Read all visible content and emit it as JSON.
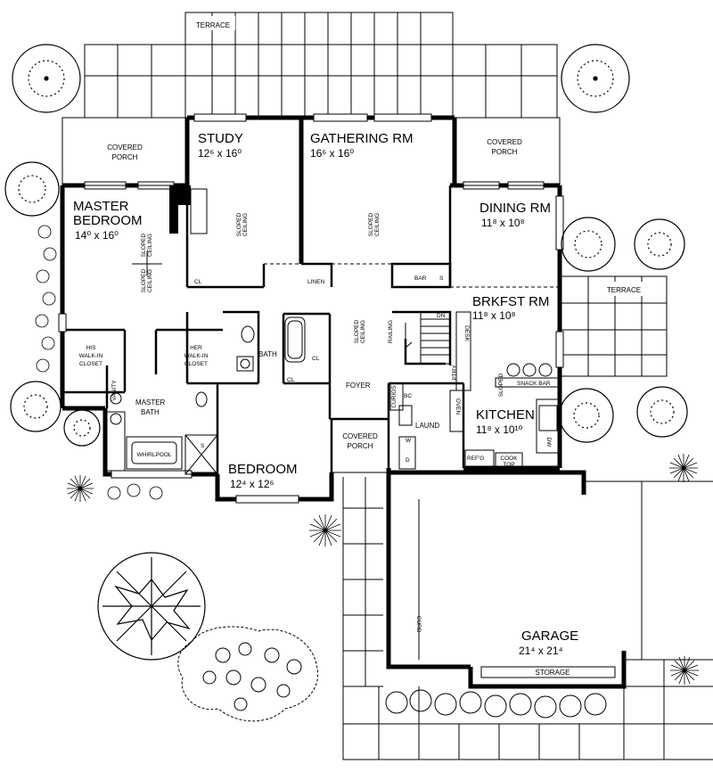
{
  "rooms": {
    "terrace_top": "TERRACE",
    "covered_porch_left": [
      "COVERED",
      "PORCH"
    ],
    "covered_porch_right": [
      "COVERED",
      "PORCH"
    ],
    "study": {
      "name": "STUDY",
      "dim": "12⁶ x 16⁰"
    },
    "gathering": {
      "name": "GATHERING  RM",
      "dim": "16⁶ x 16⁰"
    },
    "master_bedroom": {
      "name": [
        "MASTER",
        "BEDROOM"
      ],
      "dim": "14⁰ x 16⁰"
    },
    "dining": {
      "name": "DINING  RM",
      "dim": "11⁸ x 10⁸"
    },
    "brkfst": {
      "name": "BRKFST  RM",
      "dim": "11⁸ x 10⁸"
    },
    "terrace_right": "TERRACE",
    "his_closet": [
      "HIS",
      "WALK-IN",
      "CLOSET"
    ],
    "her_closet": [
      "HER",
      "WALK-IN",
      "CLOSET"
    ],
    "bath": "BATH",
    "foyer": "FOYER",
    "master_bath": [
      "MASTER",
      "BATH"
    ],
    "whirlpool": "WHIRLPOOL",
    "bedroom": {
      "name": "BEDROOM",
      "dim": "12⁴ x 12⁶"
    },
    "covered_porch_front": [
      "COVERED",
      "PORCH"
    ],
    "kitchen": {
      "name": "KITCHEN",
      "dim": "11⁸ x 10¹⁰"
    },
    "laund": "LAUND",
    "garage": {
      "name": "GARAGE",
      "dim": "21⁴ x 21⁴"
    },
    "storage": "STORAGE"
  },
  "small_labels": {
    "cl_study": "CL",
    "cl_bath_a": "CL",
    "cl_bath_b": "CL",
    "linen": "LINEN",
    "bar": "BAR",
    "s1": "S",
    "s2": "S",
    "vanity": "VANITY",
    "dn": "DN",
    "railing": "RAILING",
    "desk": "DESK",
    "ptry": "PTRY",
    "oven": "OVEN",
    "curios": "CURIOS",
    "bc": "BC",
    "w": "W",
    "d": "D",
    "snack_bar": "SNACK BAR",
    "refg": "REF'G",
    "cook_top": [
      "COOK",
      "TOP"
    ],
    "dw": "DW",
    "curb": "CURB",
    "sloped_ceiling": [
      "SLOPED",
      "CEILING"
    ]
  },
  "colors": {
    "wall": "#000000",
    "background": "#ffffff",
    "line": "#000000"
  }
}
